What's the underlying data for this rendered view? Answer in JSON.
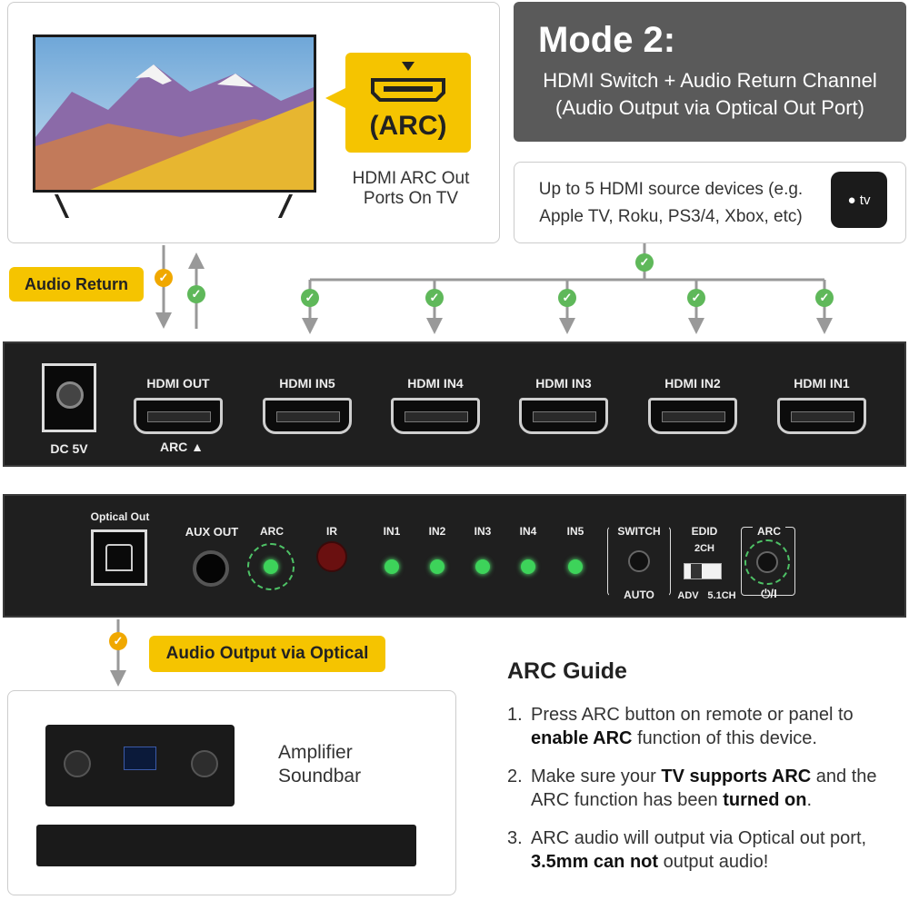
{
  "mode": {
    "title": "Mode 2:",
    "subtitle_line1": "HDMI Switch + Audio Return Channel",
    "subtitle_line2": "(Audio Output via Optical Out Port)"
  },
  "tv": {
    "badge": "(ARC)",
    "caption_line1": "HDMI ARC Out",
    "caption_line2": "Ports On TV"
  },
  "sources": {
    "line1": "Up to 5 HDMI source devices (e.g.",
    "line2": "Apple TV, Roku, PS3/4, Xbox, etc)",
    "appletv_label": "tv"
  },
  "tags": {
    "audio_return": "Audio Return",
    "audio_optical": "Audio Output via Optical"
  },
  "front_panel": {
    "dc": "DC 5V",
    "ports": [
      "HDMI OUT",
      "HDMI IN5",
      "HDMI IN4",
      "HDMI IN3",
      "HDMI IN2",
      "HDMI IN1"
    ],
    "arc_label": "ARC ▲"
  },
  "back_panel": {
    "optical_out": "Optical Out",
    "aux_out": "AUX OUT",
    "arc": "ARC",
    "ir": "IR",
    "leds": [
      "IN1",
      "IN2",
      "IN3",
      "IN4",
      "IN5"
    ],
    "switch": "SWITCH",
    "auto": "AUTO",
    "edid": "EDID",
    "edid_2ch": "2CH",
    "edid_adv": "ADV",
    "edid_51": "5.1CH",
    "arc_btn": "ARC",
    "power": "⏻/I"
  },
  "amp": {
    "line1": "Amplifier",
    "line2": "Soundbar"
  },
  "guide": {
    "title": "ARC Guide",
    "items": [
      {
        "num": "1.",
        "pre": "Press ARC button on remote or panel to ",
        "bold": "enable ARC",
        "post": " function of this device."
      },
      {
        "num": "2.",
        "pre": "Make sure your ",
        "bold": "TV supports ARC",
        "post": " and the ARC function has been ",
        "bold2": "turned on",
        "post2": "."
      },
      {
        "num": "3.",
        "pre": "ARC audio will output via Optical out port, ",
        "bold": "3.5mm can not",
        "post": " output audio!"
      }
    ]
  },
  "colors": {
    "accent": "#f5c400",
    "header_bg": "#5a5a5a",
    "check_green": "#5fb85a",
    "check_orange": "#f0a800"
  }
}
